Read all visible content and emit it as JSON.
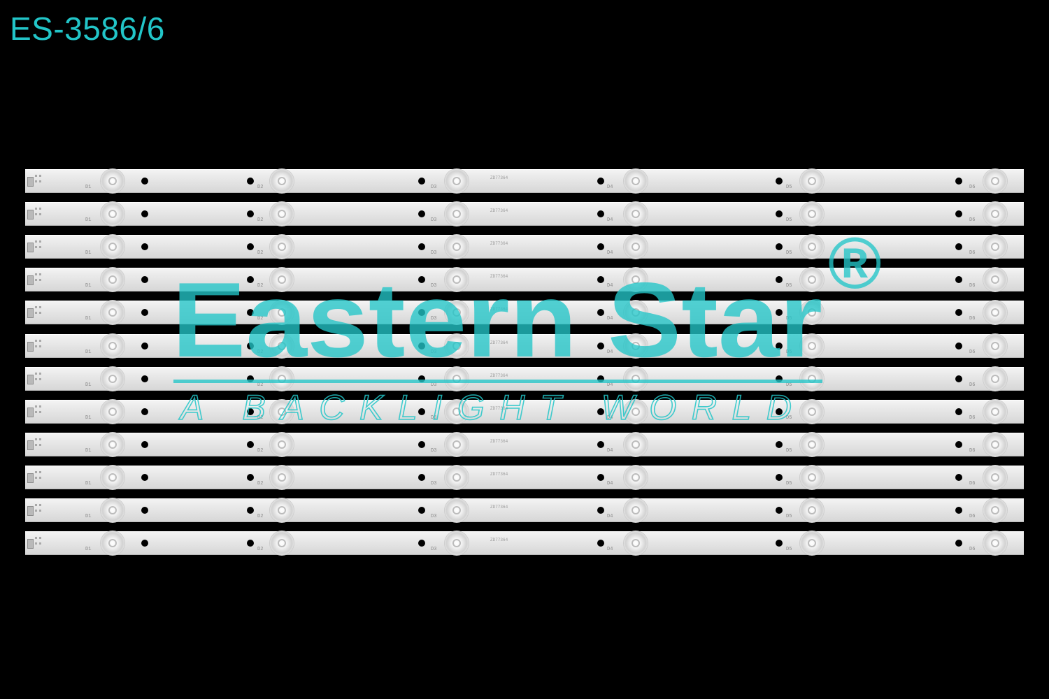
{
  "page": {
    "title": "ES-3586/6",
    "title_color": "#22c5c8",
    "background_color": "#000000"
  },
  "product": {
    "strip_count": 12,
    "led_labels": [
      "D1",
      "D2",
      "D3",
      "D4",
      "D5",
      "D6"
    ],
    "strip_markings": {
      "model_code": "ZD77364"
    },
    "strip_color": "#e8e8e8",
    "lens_color": "#f0f0f0"
  },
  "watermark": {
    "brand": "Eastern Star",
    "registered_mark": "®",
    "tagline": "A BACKLIGHT WORLD",
    "color": "#22c5c8",
    "opacity": 0.78
  }
}
